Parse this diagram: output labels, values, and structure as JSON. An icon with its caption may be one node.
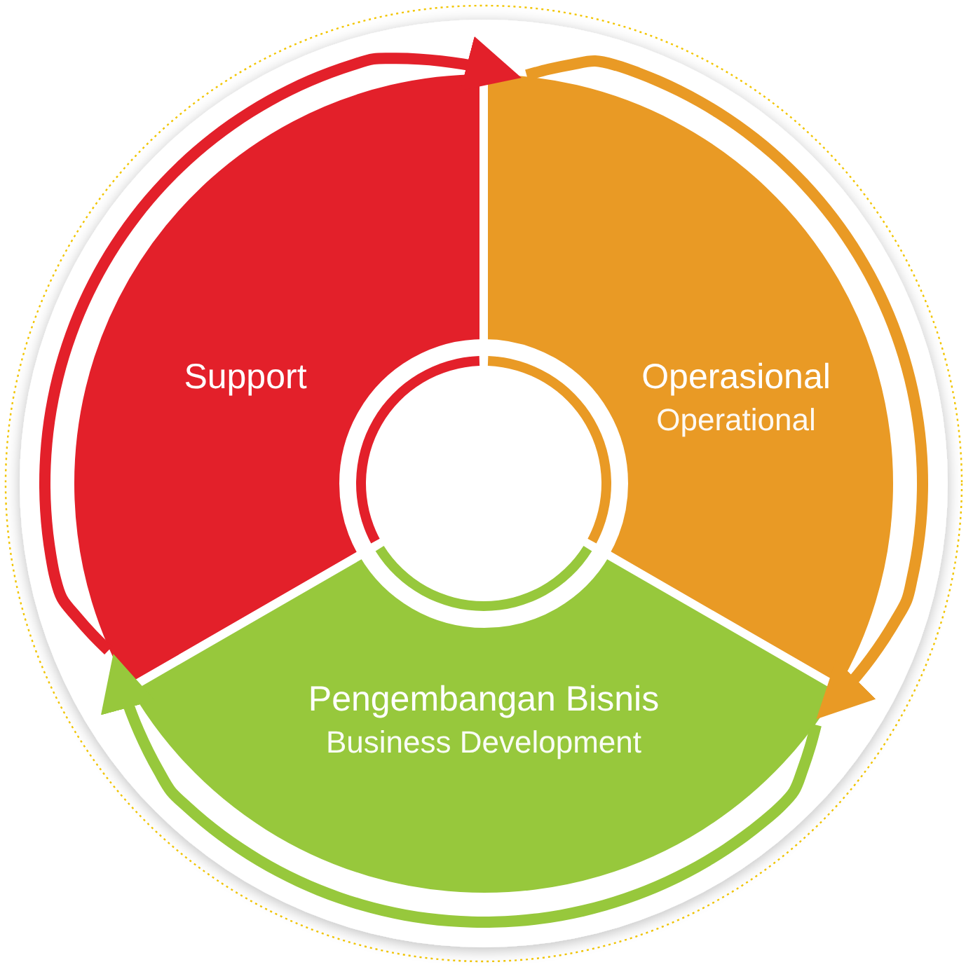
{
  "diagram": {
    "nodes": [
      {
        "text": [
          "Support"
        ]
      },
      {
        "text": [
          "Operasional",
          "Operational"
        ]
      },
      {
        "text": [
          "Pengembangan Bisnis",
          "Business Development"
        ]
      }
    ],
    "edges": [
      {
        "from": 0,
        "to": 1,
        "arrow": "to",
        "color": "#e3202a"
      },
      {
        "from": 1,
        "to": 2,
        "arrow": "to",
        "color": "#e99a25"
      },
      {
        "from": 2,
        "to": 0,
        "arrow": "to",
        "color": "#97c83c"
      }
    ]
  }
}
